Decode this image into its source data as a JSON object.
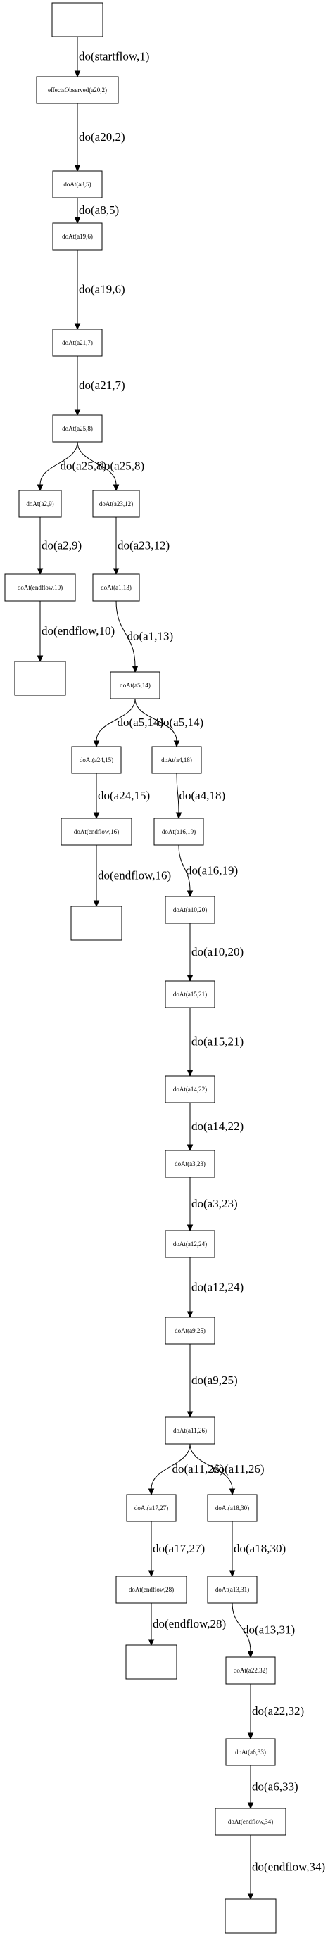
{
  "diagram": {
    "nodes": [
      {
        "id": "start",
        "label": ""
      },
      {
        "id": "n1",
        "label": "effectsObserved(a20,2)"
      },
      {
        "id": "n2",
        "label": "doAt(a8,5)"
      },
      {
        "id": "n3",
        "label": "doAt(a19,6)"
      },
      {
        "id": "n4",
        "label": "doAt(a21,7)"
      },
      {
        "id": "n5",
        "label": "doAt(a25,8)"
      },
      {
        "id": "n6",
        "label": "doAt(a2,9)"
      },
      {
        "id": "n7",
        "label": "doAt(a23,12)"
      },
      {
        "id": "n8",
        "label": "doAt(endflow,10)"
      },
      {
        "id": "n9",
        "label": "doAt(a1,13)"
      },
      {
        "id": "end1",
        "label": ""
      },
      {
        "id": "n10",
        "label": "doAt(a5,14)"
      },
      {
        "id": "n11",
        "label": "doAt(a24,15)"
      },
      {
        "id": "n12",
        "label": "doAt(a4,18)"
      },
      {
        "id": "n13",
        "label": "doAt(endflow,16)"
      },
      {
        "id": "n14",
        "label": "doAt(a16,19)"
      },
      {
        "id": "end2",
        "label": ""
      },
      {
        "id": "n15",
        "label": "doAt(a10,20)"
      },
      {
        "id": "n16",
        "label": "doAt(a15,21)"
      },
      {
        "id": "n17",
        "label": "doAt(a14,22)"
      },
      {
        "id": "n18",
        "label": "doAt(a3,23)"
      },
      {
        "id": "n19",
        "label": "doAt(a12,24)"
      },
      {
        "id": "n20",
        "label": "doAt(a9,25)"
      },
      {
        "id": "n21",
        "label": "doAt(a11,26)"
      },
      {
        "id": "n22",
        "label": "doAt(a17,27)"
      },
      {
        "id": "n23",
        "label": "doAt(a18,30)"
      },
      {
        "id": "n24",
        "label": "doAt(endflow,28)"
      },
      {
        "id": "n25",
        "label": "doAt(a13,31)"
      },
      {
        "id": "end3",
        "label": ""
      },
      {
        "id": "n26",
        "label": "doAt(a22,32)"
      },
      {
        "id": "n27",
        "label": "doAt(a6,33)"
      },
      {
        "id": "n28",
        "label": "doAt(endflow,34)"
      },
      {
        "id": "end4",
        "label": ""
      }
    ],
    "edges": [
      {
        "from": "start",
        "to": "n1",
        "label": "do(startflow,1)"
      },
      {
        "from": "n1",
        "to": "n2",
        "label": "do(a20,2)"
      },
      {
        "from": "n2",
        "to": "n3",
        "label": "do(a8,5)"
      },
      {
        "from": "n3",
        "to": "n4",
        "label": "do(a19,6)"
      },
      {
        "from": "n4",
        "to": "n5",
        "label": "do(a21,7)"
      },
      {
        "from": "n5",
        "to": "n6",
        "label": "do(a25,8)"
      },
      {
        "from": "n5",
        "to": "n7",
        "label": "do(a25,8)"
      },
      {
        "from": "n6",
        "to": "n8",
        "label": "do(a2,9)"
      },
      {
        "from": "n7",
        "to": "n9",
        "label": "do(a23,12)"
      },
      {
        "from": "n8",
        "to": "end1",
        "label": "do(endflow,10)"
      },
      {
        "from": "n9",
        "to": "n10",
        "label": "do(a1,13)"
      },
      {
        "from": "n10",
        "to": "n11",
        "label": "do(a5,14)"
      },
      {
        "from": "n10",
        "to": "n12",
        "label": "do(a5,14)"
      },
      {
        "from": "n11",
        "to": "n13",
        "label": "do(a24,15)"
      },
      {
        "from": "n12",
        "to": "n14",
        "label": "do(a4,18)"
      },
      {
        "from": "n13",
        "to": "end2",
        "label": "do(endflow,16)"
      },
      {
        "from": "n14",
        "to": "n15",
        "label": "do(a16,19)"
      },
      {
        "from": "n15",
        "to": "n16",
        "label": "do(a10,20)"
      },
      {
        "from": "n16",
        "to": "n17",
        "label": "do(a15,21)"
      },
      {
        "from": "n17",
        "to": "n18",
        "label": "do(a14,22)"
      },
      {
        "from": "n18",
        "to": "n19",
        "label": "do(a3,23)"
      },
      {
        "from": "n19",
        "to": "n20",
        "label": "do(a12,24)"
      },
      {
        "from": "n20",
        "to": "n21",
        "label": "do(a9,25)"
      },
      {
        "from": "n21",
        "to": "n22",
        "label": "do(a11,26)"
      },
      {
        "from": "n21",
        "to": "n23",
        "label": "do(a11,26)"
      },
      {
        "from": "n22",
        "to": "n24",
        "label": "do(a17,27)"
      },
      {
        "from": "n23",
        "to": "n25",
        "label": "do(a18,30)"
      },
      {
        "from": "n24",
        "to": "end3",
        "label": "do(endflow,28)"
      },
      {
        "from": "n25",
        "to": "n26",
        "label": "do(a13,31)"
      },
      {
        "from": "n26",
        "to": "n27",
        "label": "do(a22,32)"
      },
      {
        "from": "n27",
        "to": "n28",
        "label": "do(a6,33)"
      },
      {
        "from": "n28",
        "to": "end4",
        "label": "do(endflow,34)"
      }
    ]
  }
}
